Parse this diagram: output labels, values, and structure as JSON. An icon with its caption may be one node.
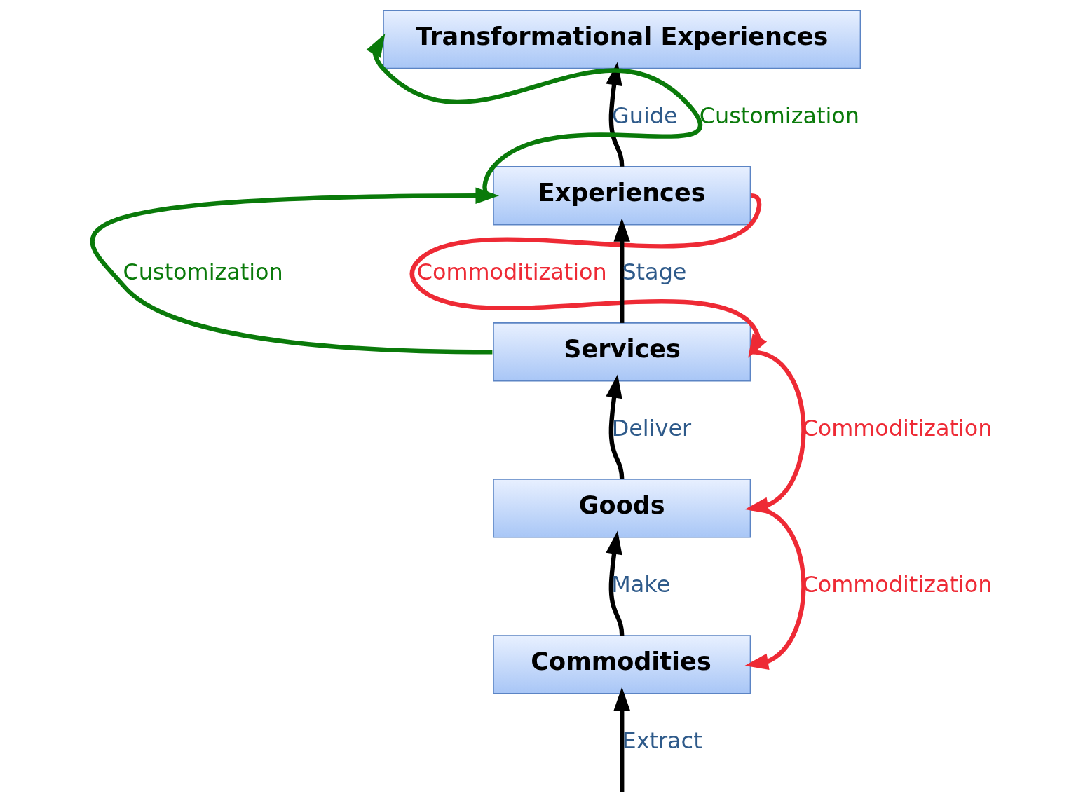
{
  "diagram": {
    "nodes": [
      {
        "text": [
          "Transformational Experiences"
        ]
      },
      {
        "text": [
          "Experiences"
        ]
      },
      {
        "text": [
          "Services"
        ]
      },
      {
        "text": [
          "Goods"
        ]
      },
      {
        "text": [
          "Commodities"
        ]
      }
    ],
    "edges": [
      {
        "from": null,
        "to": 4,
        "arrow": "to",
        "label": "Extract"
      },
      {
        "from": 4,
        "to": 3,
        "arrow": "to",
        "label": "Make"
      },
      {
        "from": 3,
        "to": 2,
        "arrow": "to",
        "label": "Deliver"
      },
      {
        "from": 2,
        "to": 1,
        "arrow": "to",
        "label": "Stage"
      },
      {
        "from": 1,
        "to": 0,
        "arrow": "to",
        "label": "Guide"
      },
      {
        "from": 2,
        "to": 1,
        "arrow": "to",
        "label": "Customization",
        "color": "#0a7a0a"
      },
      {
        "from": 1,
        "to": 0,
        "arrow": "to",
        "label": "Customization",
        "color": "#0a7a0a"
      },
      {
        "from": 1,
        "to": 2,
        "arrow": "to",
        "label": "Commoditization",
        "color": "#ee2a35"
      },
      {
        "from": 2,
        "to": 3,
        "arrow": "to",
        "label": "Commoditization",
        "color": "#ee2a35"
      },
      {
        "from": 3,
        "to": 4,
        "arrow": "to",
        "label": "Commoditization",
        "color": "#ee2a35"
      }
    ]
  }
}
